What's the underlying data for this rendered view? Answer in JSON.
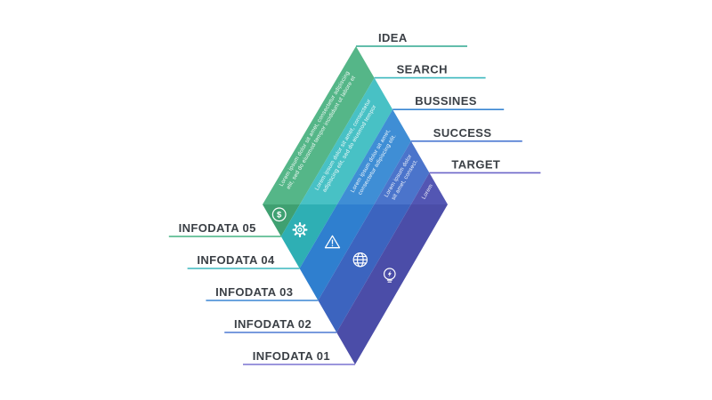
{
  "background_color": "#ffffff",
  "label_color": "#3b4046",
  "icon_color": "#ffffff",
  "icon_glyphs": {
    "dollar": "$"
  },
  "bands": [
    {
      "top_label": "IDEA",
      "bottom_label": "INFODATA 05",
      "icon": "dollar-circle",
      "fill_top": "#55b688",
      "fill_bottom": "#3fa071",
      "top_line_color": "#2fa78f",
      "bottom_line_color": "#43b282",
      "lorem_line1": "Lorem ipsum dolor sit amet, consectetur adipiscing",
      "lorem_line2": "elit, sed do eiusmod tempor incididunt ut labore et"
    },
    {
      "top_label": "SEARCH",
      "bottom_label": "INFODATA 04",
      "icon": "gear",
      "fill_top": "#48c1c5",
      "fill_bottom": "#2eafb4",
      "top_line_color": "#3ab7bd",
      "bottom_line_color": "#3ab7bd",
      "lorem_line1": "Lorem ipsum dolor sit amet, consectetur",
      "lorem_line2": "adipiscing elit, sed do eiusmod tempor"
    },
    {
      "top_label": "BUSSINES",
      "bottom_label": "INFODATA 03",
      "icon": "warning-triangle",
      "fill_top": "#3f8ed5",
      "fill_bottom": "#2f7fcf",
      "top_line_color": "#3a86d3",
      "bottom_line_color": "#3a86d3",
      "lorem_line1": "Lorem ipsum dolor sit amet,",
      "lorem_line2": "consectetur adipiscing elit."
    },
    {
      "top_label": "SUCCESS",
      "bottom_label": "INFODATA 02",
      "icon": "globe",
      "fill_top": "#4b74cb",
      "fill_bottom": "#3c64bf",
      "top_line_color": "#4c79d2",
      "bottom_line_color": "#4c79d2",
      "lorem_line1": "Lorem ipsum dolor",
      "lorem_line2": "sit amet, consect."
    },
    {
      "top_label": "TARGET",
      "bottom_label": "INFODATA 01",
      "icon": "lightbulb-bolt",
      "fill_top": "#5356b3",
      "fill_bottom": "#4b4da8",
      "top_line_color": "#6c65c8",
      "bottom_line_color": "#7a74d0",
      "lorem_line1": "Lorem",
      "lorem_line2": ""
    }
  ]
}
